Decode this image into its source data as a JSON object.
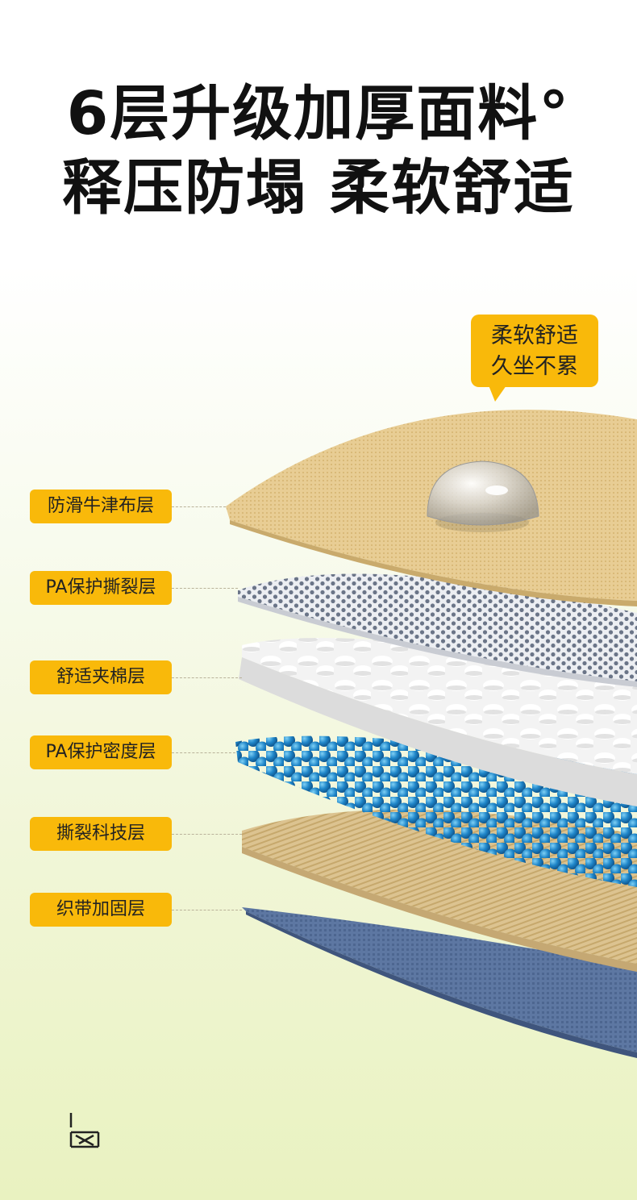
{
  "headline": {
    "line1": "6层升级加厚面料°",
    "line2": "释压防塌 柔软舒适"
  },
  "callout": {
    "line1": "柔软舒适",
    "line2": "久坐不累"
  },
  "layers": [
    {
      "label": "防滑牛津布层"
    },
    {
      "label": "PA保护撕裂层"
    },
    {
      "label": "舒适夹棉层"
    },
    {
      "label": "PA保护密度层"
    },
    {
      "label": "撕裂科技层"
    },
    {
      "label": "织带加固层"
    }
  ],
  "colors": {
    "accent": "#f9b90a",
    "oxford": "#e9cf96",
    "mesh_dot": "#6b7588",
    "cotton": "#f1f1f1",
    "bead": "#1f86c9",
    "tech": "#d9c08d",
    "webbing": "#5d77a2"
  },
  "logo_icon": "brand-logo-icon"
}
